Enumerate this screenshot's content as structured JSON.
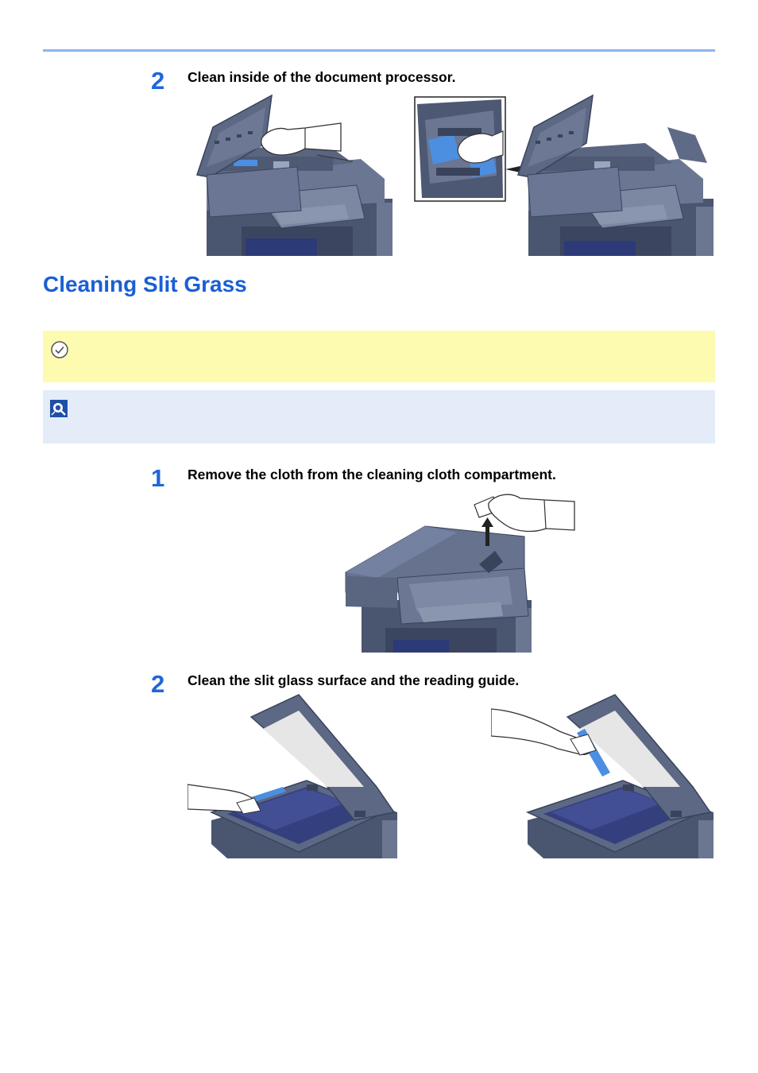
{
  "steps": {
    "processor_clean": {
      "number": "2",
      "text": "Clean inside of the document processor."
    },
    "remove_cloth": {
      "number": "1",
      "text": "Remove the cloth from the cleaning cloth compartment."
    },
    "clean_slit": {
      "number": "2",
      "text": "Clean the slit glass surface and the reading guide."
    }
  },
  "section": {
    "title": "Cleaning Slit Grass"
  },
  "icons": {
    "important": "check-circle-icon",
    "tip": "tip-icon"
  },
  "colors": {
    "accent_blue": "#2166d8",
    "heading_blue": "#1a5fd4",
    "top_rule": "#8fb3ee",
    "important_bg": "#fdfbb0",
    "tip_bg": "#e4ecfa",
    "machine_gray": "#5f6b86"
  }
}
